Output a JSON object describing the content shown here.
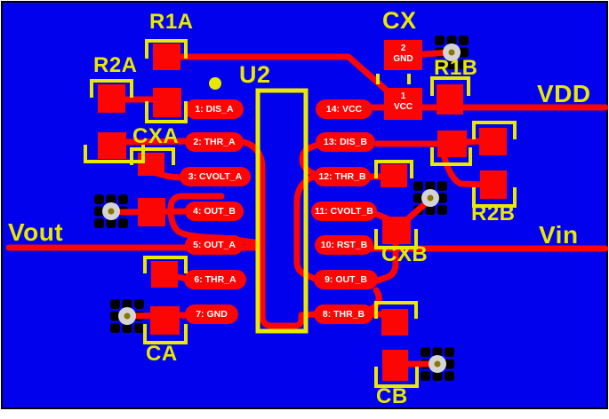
{
  "colors": {
    "board_blue": "#0101EE",
    "copper_red": "#FB0505",
    "silkscreen_yellow": "#E8E800",
    "pin_text_white": "#FFFFFF",
    "via_ring_gray": "#D4D4D4",
    "via_hole_olive": "#8A7500",
    "clearance_black": "#000000"
  },
  "silkscreen_labels": {
    "r1a": "R1A",
    "r2a": "R2A",
    "cxa": "CXA",
    "u2": "U2",
    "cx": "CX",
    "r1b": "R1B",
    "vdd": "VDD",
    "r2b": "R2B",
    "vout": "Vout",
    "vin": "Vin",
    "cxb": "CXB",
    "ca": "CA",
    "cb": "CB"
  },
  "ic_pins": {
    "left": [
      {
        "label": "1: DIS_A"
      },
      {
        "label": "2: THR_A"
      },
      {
        "label": "3: CVOLT_A"
      },
      {
        "label": "4: OUT_B"
      },
      {
        "label": "5: OUT_A"
      },
      {
        "label": "6: THR_A"
      },
      {
        "label": "7: GND"
      }
    ],
    "right": [
      {
        "label": "14: VCC"
      },
      {
        "label": "13: DIS_B"
      },
      {
        "label": "12: THR_B"
      },
      {
        "label": "11: CVOLT_B"
      },
      {
        "label": "10: RST_B"
      },
      {
        "label": "9: OUT_B"
      },
      {
        "label": "8: THR_B"
      }
    ]
  },
  "cx_pads": {
    "pad2": {
      "number": "2",
      "name": "GND"
    },
    "pad1": {
      "number": "1",
      "name": "VCC"
    }
  }
}
